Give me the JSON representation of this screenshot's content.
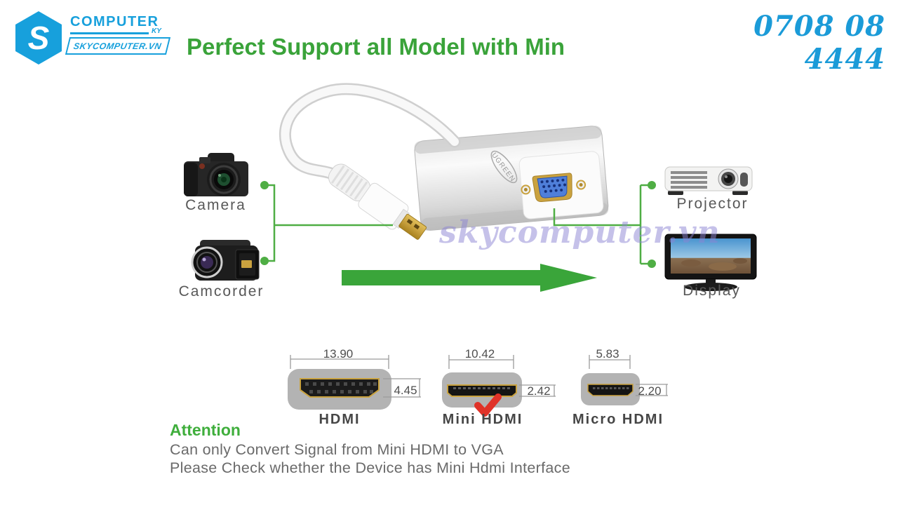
{
  "header": {
    "logo": {
      "initial": "S",
      "word": "COMPUTER",
      "ky": "KY",
      "sub": "SKYCOMPUTER.VN"
    },
    "phone": "0708 08 4444"
  },
  "title": "Perfect Support all Model with Min",
  "watermark": "skycomputer.vn",
  "devices": {
    "camera": "Camera",
    "camcorder": "Camcorder",
    "projector": "Projector",
    "display": "Display"
  },
  "adapter": {
    "brand": "UGREEN"
  },
  "connectors": [
    {
      "name": "HDMI",
      "width_mm": "13.90",
      "height_mm": "4.45",
      "checked": false
    },
    {
      "name": "Mini HDMI",
      "width_mm": "10.42",
      "height_mm": "2.42",
      "checked": true
    },
    {
      "name": "Micro HDMI",
      "width_mm": "5.83",
      "height_mm": "2.20",
      "checked": false
    }
  ],
  "attention": {
    "heading": "Attention",
    "line1": "Can only Convert Signal from Mini HDMI to VGA",
    "line2": "Please Check whether the Device has Mini Hdmi Interface"
  },
  "colors": {
    "brand_blue": "#17a0dc",
    "title_green": "#3aa33a",
    "line_green": "#4fae44",
    "check_red": "#e03228"
  }
}
